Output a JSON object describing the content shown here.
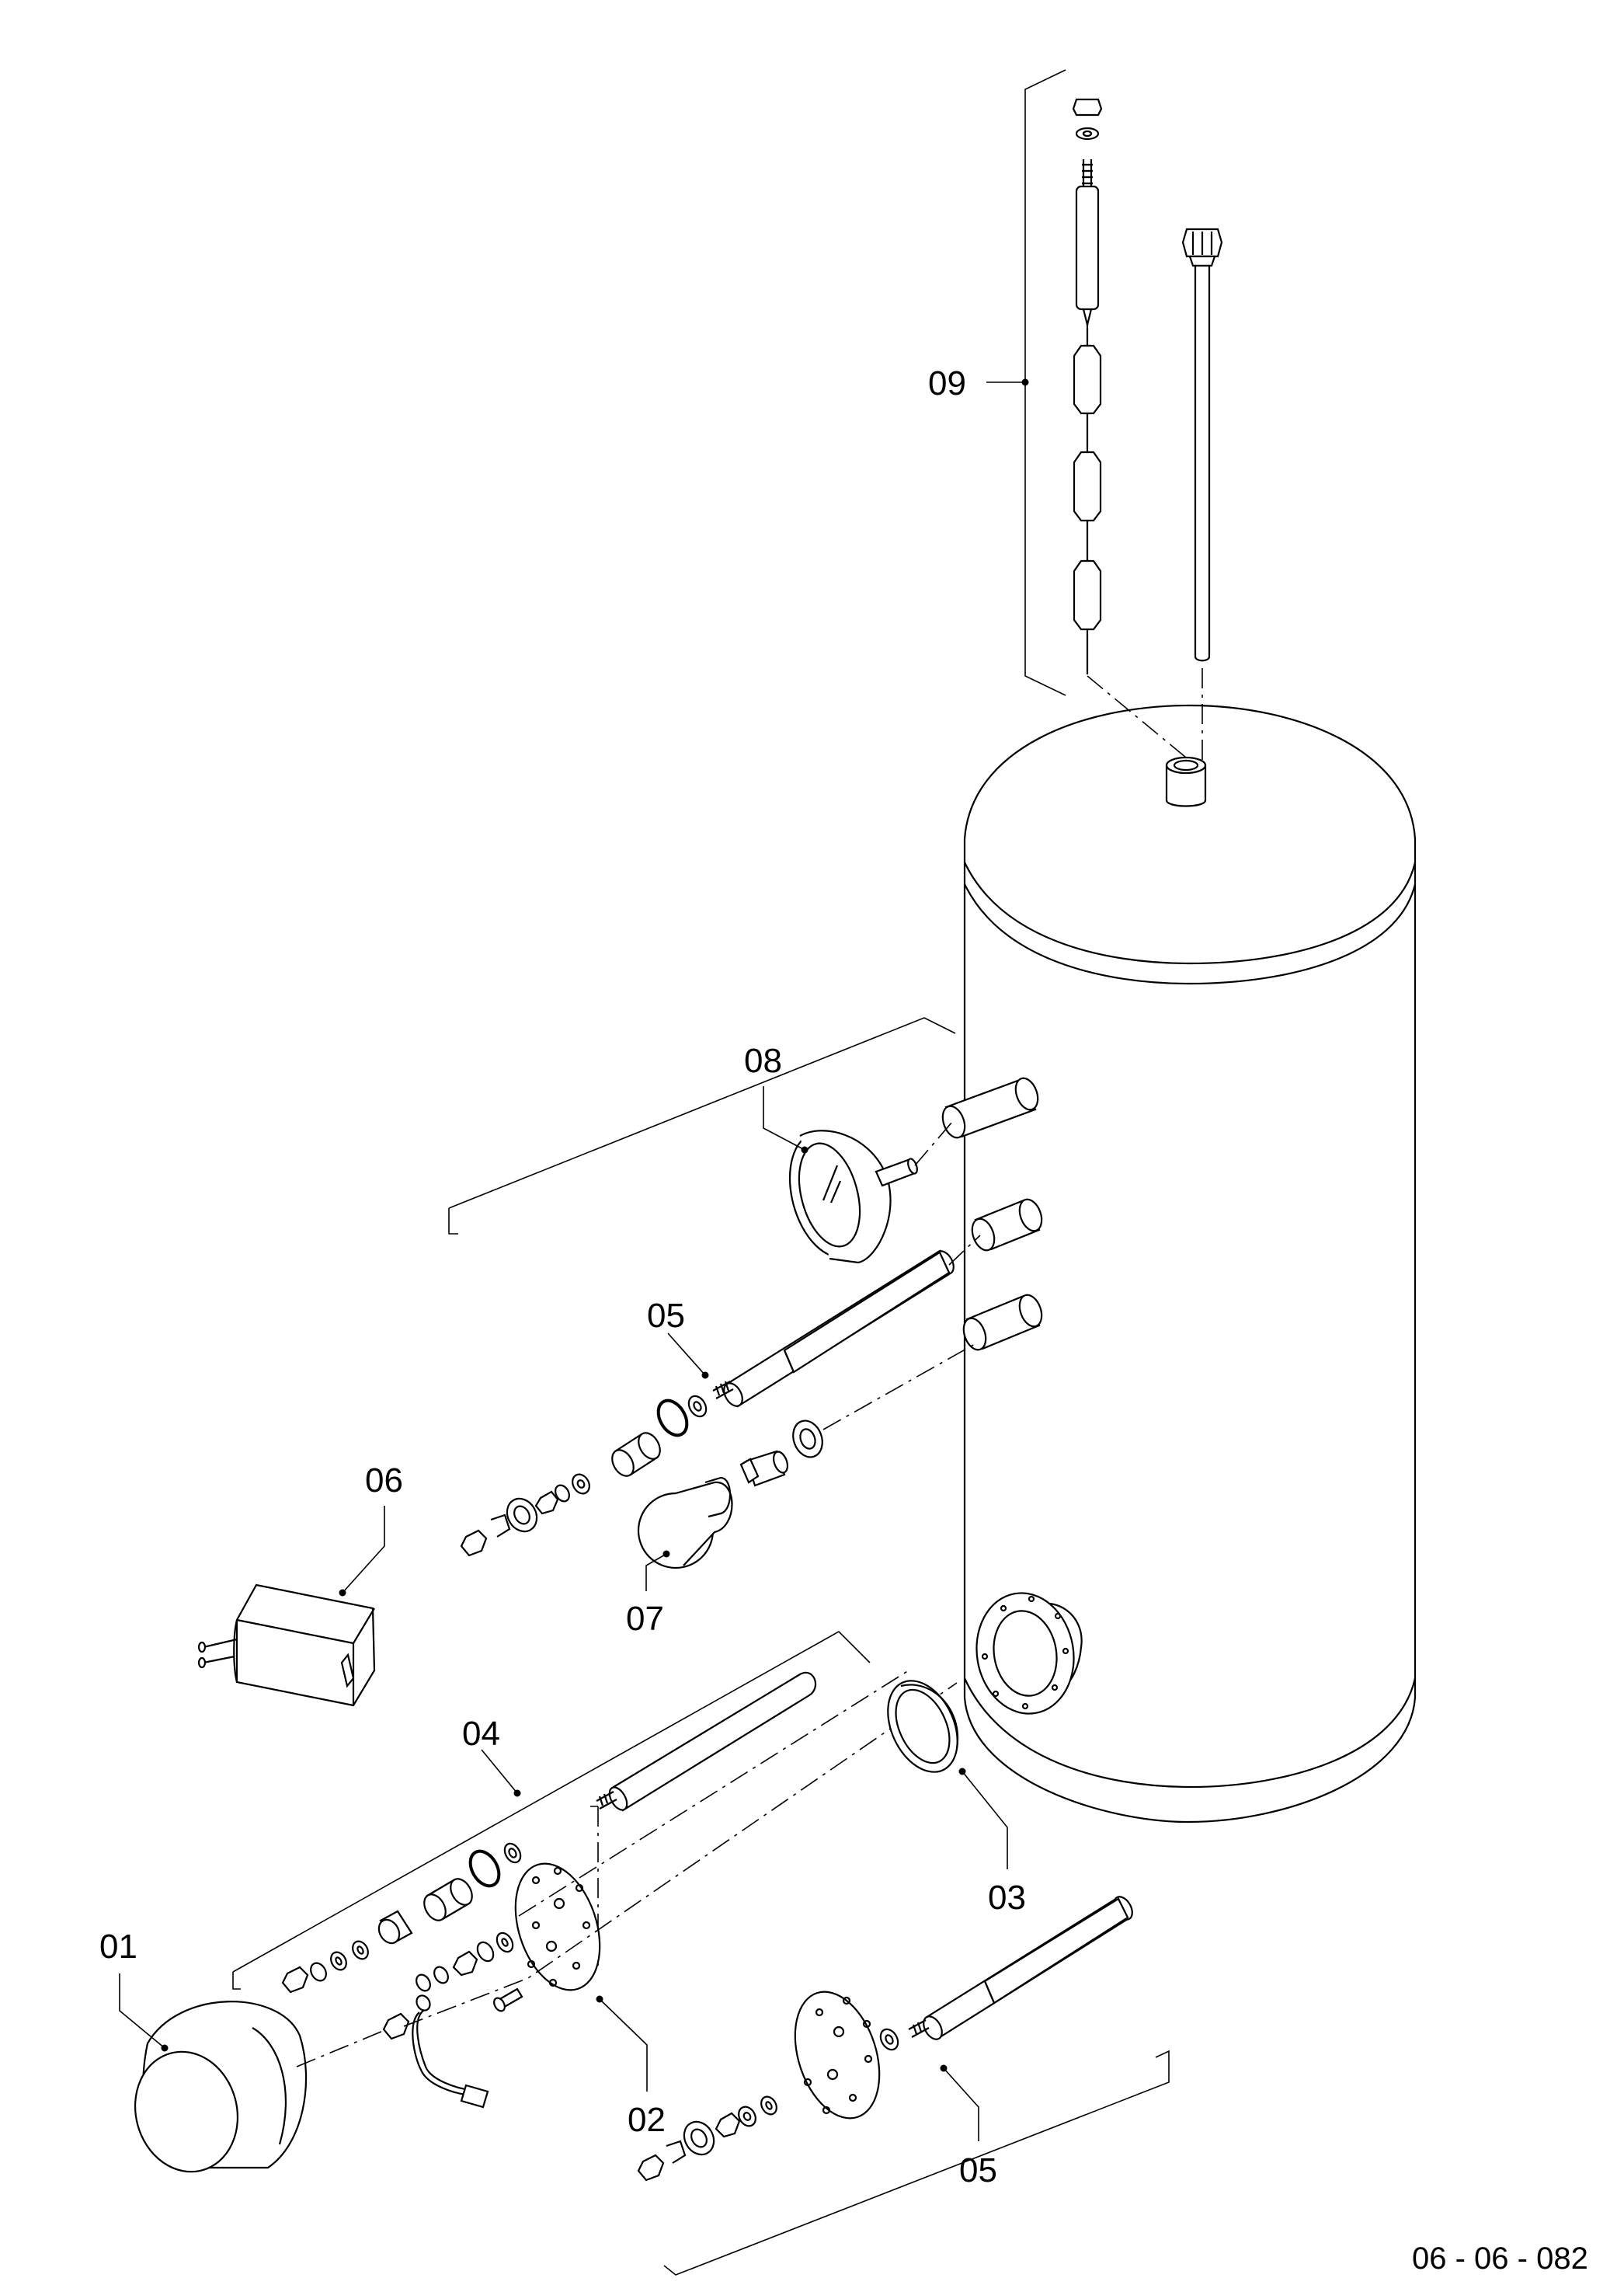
{
  "figure": {
    "drawing_code": "06 - 06 - 082"
  },
  "labels": {
    "p01": "01",
    "p02": "02",
    "p03": "03",
    "p04": "04",
    "p05_upper": "05",
    "p05_lower": "05",
    "p06": "06",
    "p07": "07",
    "p08": "08",
    "p09": "09"
  }
}
